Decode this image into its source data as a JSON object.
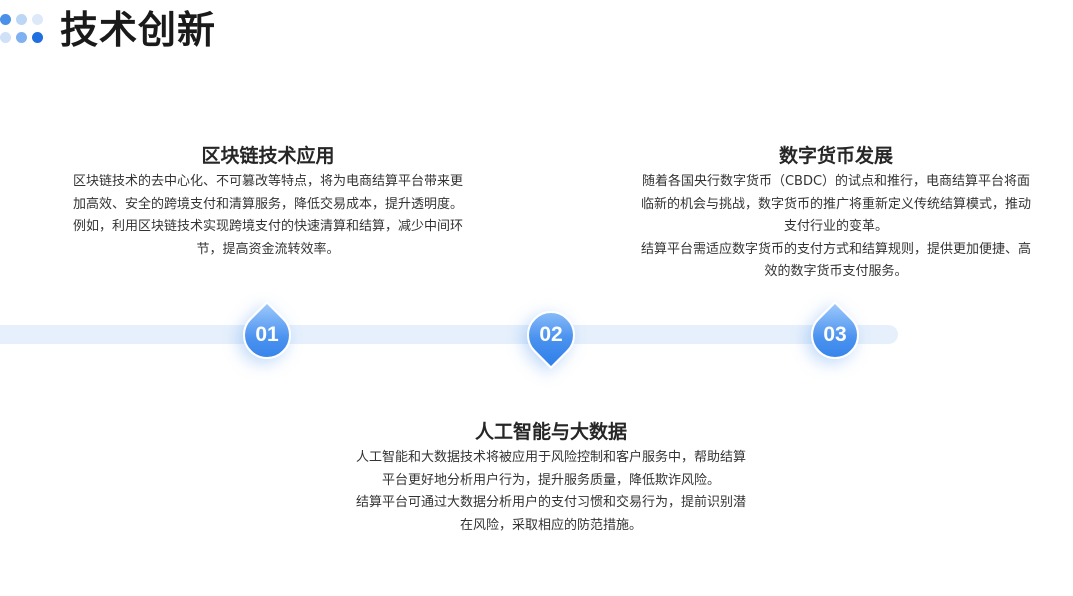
{
  "header": {
    "title": "技术创新"
  },
  "timeline": {
    "items": [
      {
        "number": "01",
        "title": "区块链技术应用",
        "lines": [
          "区块链技术的去中心化、不可篡改等特点，将为电商结算平台带来更",
          "加高效、安全的跨境支付和清算服务，降低交易成本，提升透明度。",
          "例如，利用区块链技术实现跨境支付的快速清算和结算，减少中间环",
          "节，提高资金流转效率。"
        ]
      },
      {
        "number": "02",
        "title": "人工智能与大数据",
        "lines": [
          "人工智能和大数据技术将被应用于风险控制和客户服务中，帮助结算",
          "平台更好地分析用户行为，提升服务质量，降低欺诈风险。",
          "结算平台可通过大数据分析用户的支付习惯和交易行为，提前识别潜",
          "在风险，采取相应的防范措施。"
        ]
      },
      {
        "number": "03",
        "title": "数字货币发展",
        "lines": [
          "随着各国央行数字货币（CBDC）的试点和推行，电商结算平台将面",
          "临新的机会与挑战，数字货币的推广将重新定义传统结算模式，推动",
          "支付行业的变革。",
          "结算平台需适应数字货币的支付方式和结算规则，提供更加便捷、高",
          "效的数字货币支付服务。"
        ]
      }
    ]
  }
}
